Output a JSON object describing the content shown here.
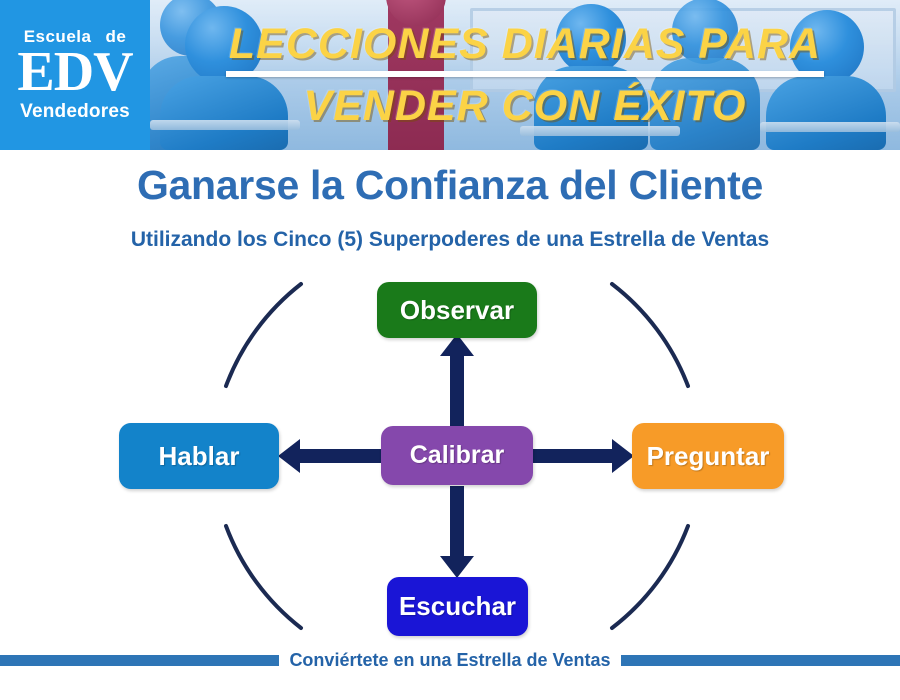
{
  "brand": {
    "line_top_left": "Escuela",
    "line_top_right": "de",
    "monogram": "EDV",
    "line_bottom": "Vendedores",
    "box_color": "#2196e3"
  },
  "header": {
    "line1": "LECCIONES DIARIAS PARA",
    "line2": "VENDER  CON  ÉXITO",
    "text_color": "#fbd346",
    "rule_color": "#ffffff"
  },
  "titles": {
    "main": "Ganarse la Confianza del Cliente",
    "sub": "Utilizando los  Cinco (5)  Superpoderes de una Estrella de Ventas",
    "main_color": "#2e6db4",
    "sub_color": "#2463a8"
  },
  "chart_data": {
    "type": "diagram",
    "title": "Ganarse la Confianza del Cliente",
    "subtitle": "Utilizando los  Cinco (5)  Superpoderes de una Estrella de Ventas",
    "layout": "radial-hub-and-spoke",
    "center": {
      "label": "Calibrar",
      "color": "#8548ac"
    },
    "nodes": [
      {
        "label": "Observar",
        "position": "top",
        "color": "#1a7a1a"
      },
      {
        "label": "Hablar",
        "position": "left",
        "color": "#1383ca"
      },
      {
        "label": "Preguntar",
        "position": "right",
        "color": "#f79b28"
      },
      {
        "label": "Escuchar",
        "position": "bottom",
        "color": "#1a15d6"
      }
    ],
    "edges": [
      {
        "from": "Calibrar",
        "to": "Observar",
        "direction": "up",
        "color": "#12235c"
      },
      {
        "from": "Calibrar",
        "to": "Hablar",
        "direction": "left",
        "color": "#12235c"
      },
      {
        "from": "Calibrar",
        "to": "Preguntar",
        "direction": "right",
        "color": "#12235c"
      },
      {
        "from": "Calibrar",
        "to": "Escuchar",
        "direction": "down",
        "color": "#12235c"
      }
    ],
    "arcs": {
      "count": 4,
      "style": "dashed-circle-quadrants",
      "color": "#1b2a52"
    }
  },
  "nodes": {
    "observar": "Observar",
    "hablar": "Hablar",
    "calibrar": "Calibrar",
    "preguntar": "Preguntar",
    "escuchar": "Escuchar"
  },
  "footer": {
    "text": "Conviértete en una Estrella de Ventas",
    "bar_color": "#2e75b6",
    "text_color": "#2463a8"
  }
}
